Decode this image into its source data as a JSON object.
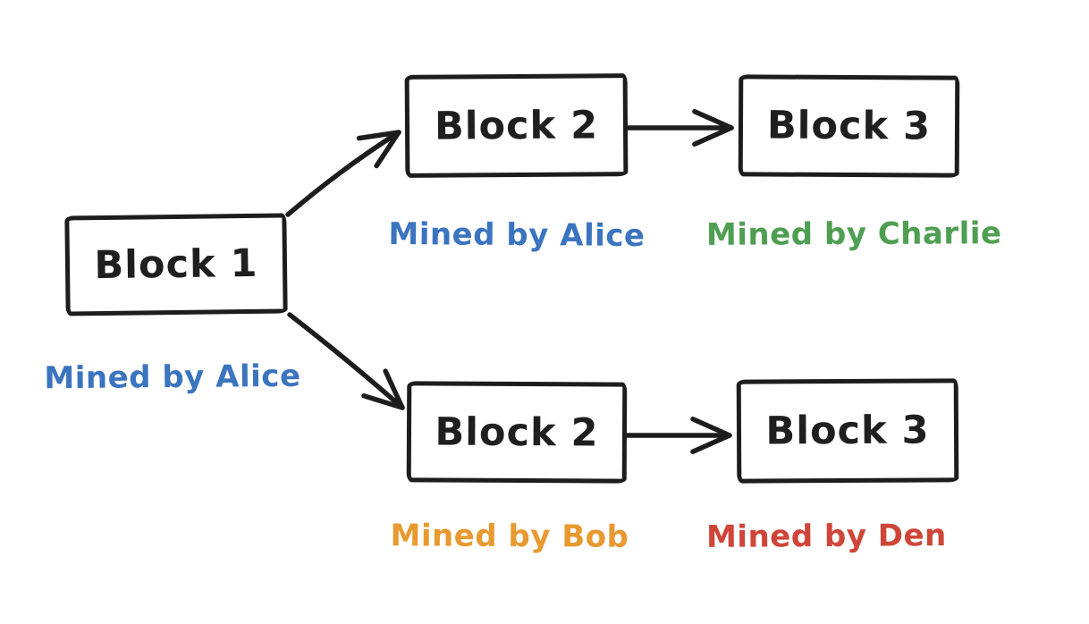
{
  "diagram": {
    "description": "Blockchain fork diagram",
    "colors": {
      "stroke": "#1d1d1d",
      "background": "#ffffff",
      "alice_blue": "#3b74bf",
      "charlie_green": "#4f9e52",
      "bob_orange": "#e8992f",
      "den_red": "#cf4538"
    },
    "blocks": [
      {
        "id": "block-1",
        "label": "Block 1",
        "miner": {
          "text": "Mined by Alice",
          "color": "#3b74bf"
        }
      },
      {
        "id": "block-2-top",
        "label": "Block 2",
        "miner": {
          "text": "Mined by Alice",
          "color": "#3b74bf"
        }
      },
      {
        "id": "block-3-top",
        "label": "Block 3",
        "miner": {
          "text": "Mined by Charlie",
          "color": "#4f9e52"
        }
      },
      {
        "id": "block-2-bottom",
        "label": "Block 2",
        "miner": {
          "text": "Mined by Bob",
          "color": "#e8992f"
        }
      },
      {
        "id": "block-3-bottom",
        "label": "Block 3",
        "miner": {
          "text": "Mined by Den",
          "color": "#cf4538"
        }
      }
    ],
    "edges": [
      {
        "from": "block-1",
        "to": "block-2-top"
      },
      {
        "from": "block-1",
        "to": "block-2-bottom"
      },
      {
        "from": "block-2-top",
        "to": "block-3-top"
      },
      {
        "from": "block-2-bottom",
        "to": "block-3-bottom"
      }
    ]
  }
}
